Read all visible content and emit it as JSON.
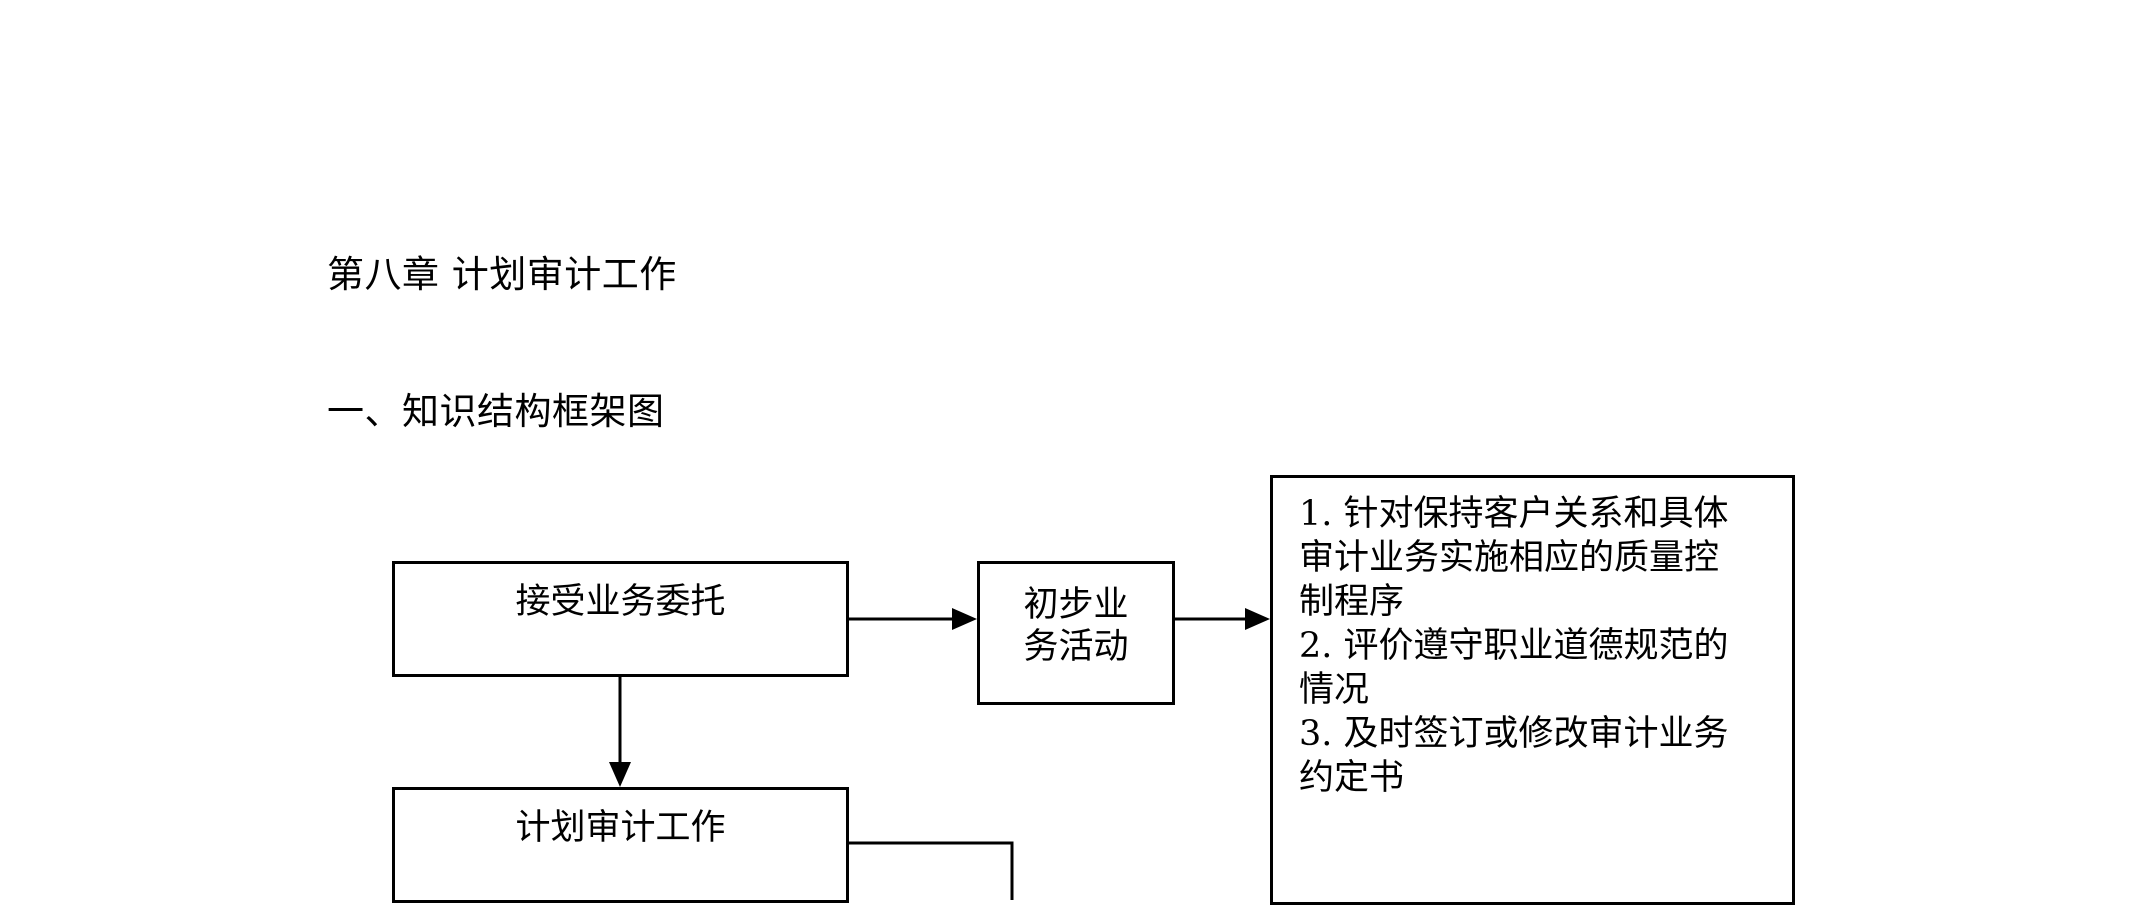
{
  "document": {
    "chapter_title": "第八章  计划审计工作",
    "section_title": "一、知识结构框架图"
  },
  "diagram": {
    "accept_box": {
      "label": "接受业务委托"
    },
    "prelim_box": {
      "lines": [
        "初步业",
        "务活动"
      ]
    },
    "plan_box": {
      "label": "计划审计工作"
    },
    "procedures_box": {
      "lines": [
        "1. 针对保持客户关系和具体",
        "审计业务实施相应的质量控",
        "制程序",
        "2. 评价遵守职业道德规范的",
        "情况",
        "3. 及时签订或修改审计业务",
        "约定书"
      ]
    }
  }
}
